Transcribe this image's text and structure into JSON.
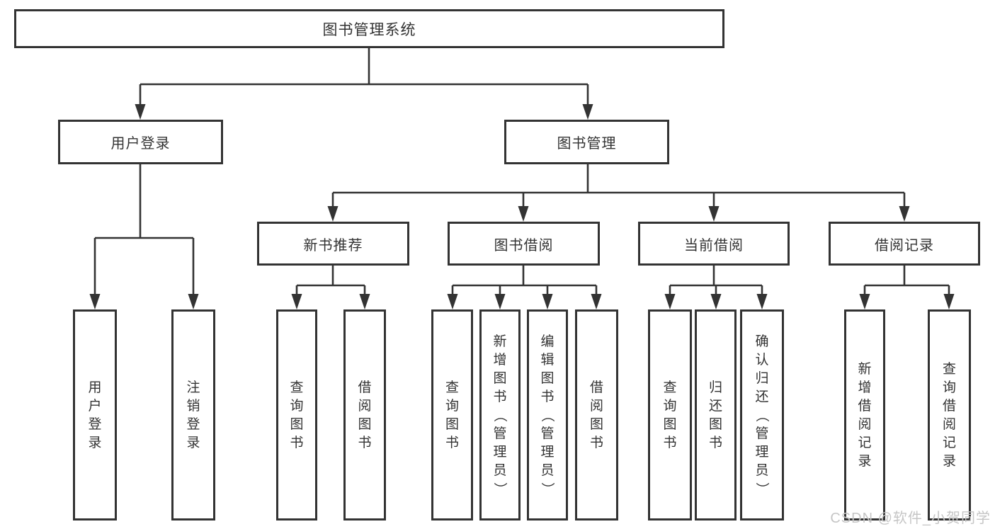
{
  "diagram": {
    "title": "图书管理系统",
    "watermark": "CSDN @软件_小贺同学",
    "colors": {
      "line": "#333333",
      "text": "#333333",
      "box_bg": "#ffffff",
      "watermark": "#c6c6c6",
      "background": "#ffffff"
    },
    "tree": {
      "label": "图书管理系统",
      "children": [
        {
          "label": "用户登录",
          "children": [
            {
              "label": "用户登录"
            },
            {
              "label": "注销登录"
            }
          ]
        },
        {
          "label": "图书管理",
          "children": [
            {
              "label": "新书推荐",
              "children": [
                {
                  "label": "查询图书"
                },
                {
                  "label": "借阅图书"
                }
              ]
            },
            {
              "label": "图书借阅",
              "children": [
                {
                  "label": "查询图书"
                },
                {
                  "label": "新增图书（管理员）"
                },
                {
                  "label": "编辑图书（管理员）"
                },
                {
                  "label": "借阅图书"
                }
              ]
            },
            {
              "label": "当前借阅",
              "children": [
                {
                  "label": "查询图书"
                },
                {
                  "label": "归还图书"
                },
                {
                  "label": "确认归还（管理员）"
                }
              ]
            },
            {
              "label": "借阅记录",
              "children": [
                {
                  "label": "新增借阅记录"
                },
                {
                  "label": "查询借阅记录"
                }
              ]
            }
          ]
        }
      ]
    }
  }
}
